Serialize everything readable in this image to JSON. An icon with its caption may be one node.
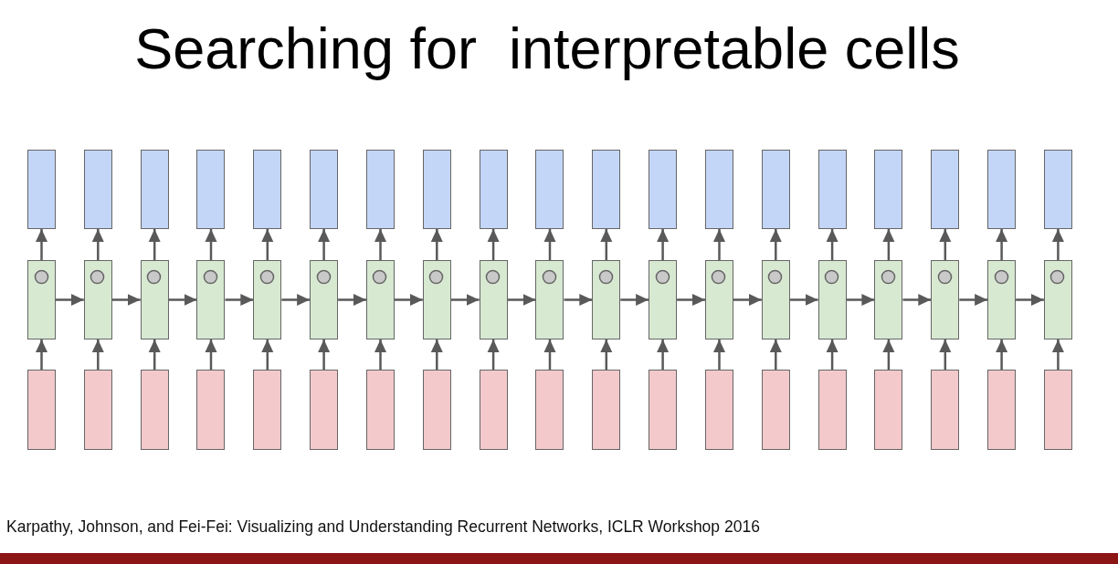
{
  "diagram": {
    "title": "Searching for  interpretable cells",
    "caption": "Karpathy, Johnson, and Fei-Fei: Visualizing and Understanding Recurrent Networks, ICLR Workshop 2016",
    "nodes": [
      {
        "text": [],
        "shape": "box"
      },
      {
        "text": [],
        "shape": "box"
      },
      {
        "text": [],
        "shape": "box"
      },
      {
        "text": [],
        "shape": "box"
      },
      {
        "text": [],
        "shape": "box"
      },
      {
        "text": [],
        "shape": "box"
      },
      {
        "text": [],
        "shape": "box"
      },
      {
        "text": [],
        "shape": "box"
      },
      {
        "text": [],
        "shape": "box"
      },
      {
        "text": [],
        "shape": "box"
      },
      {
        "text": [],
        "shape": "box"
      },
      {
        "text": [],
        "shape": "box"
      },
      {
        "text": [],
        "shape": "box"
      },
      {
        "text": [],
        "shape": "box"
      },
      {
        "text": [],
        "shape": "box"
      },
      {
        "text": [],
        "shape": "box"
      },
      {
        "text": [],
        "shape": "box"
      },
      {
        "text": [],
        "shape": "box"
      },
      {
        "text": [],
        "shape": "box"
      },
      {
        "text": [],
        "shape": "box"
      },
      {
        "text": [],
        "shape": "circle",
        "in": 19
      },
      {
        "text": [],
        "shape": "box"
      },
      {
        "text": [],
        "shape": "circle",
        "in": 21
      },
      {
        "text": [],
        "shape": "box"
      },
      {
        "text": [],
        "shape": "circle",
        "in": 23
      },
      {
        "text": [],
        "shape": "box"
      },
      {
        "text": [],
        "shape": "circle",
        "in": 25
      },
      {
        "text": [],
        "shape": "box"
      },
      {
        "text": [],
        "shape": "circle",
        "in": 27
      },
      {
        "text": [],
        "shape": "box"
      },
      {
        "text": [],
        "shape": "circle",
        "in": 29
      },
      {
        "text": [],
        "shape": "box"
      },
      {
        "text": [],
        "shape": "circle",
        "in": 31
      },
      {
        "text": [],
        "shape": "box"
      },
      {
        "text": [],
        "shape": "circle",
        "in": 33
      },
      {
        "text": [],
        "shape": "box"
      },
      {
        "text": [],
        "shape": "circle",
        "in": 35
      },
      {
        "text": [],
        "shape": "box"
      },
      {
        "text": [],
        "shape": "circle",
        "in": 37
      },
      {
        "text": [],
        "shape": "box"
      },
      {
        "text": [],
        "shape": "circle",
        "in": 39
      },
      {
        "text": [],
        "shape": "box"
      },
      {
        "text": [],
        "shape": "circle",
        "in": 41
      },
      {
        "text": [],
        "shape": "box"
      },
      {
        "text": [],
        "shape": "circle",
        "in": 43
      },
      {
        "text": [],
        "shape": "box"
      },
      {
        "text": [],
        "shape": "circle",
        "in": 45
      },
      {
        "text": [],
        "shape": "box"
      },
      {
        "text": [],
        "shape": "circle",
        "in": 47
      },
      {
        "text": [],
        "shape": "box"
      },
      {
        "text": [],
        "shape": "circle",
        "in": 49
      },
      {
        "text": [],
        "shape": "box"
      },
      {
        "text": [],
        "shape": "circle",
        "in": 51
      },
      {
        "text": [],
        "shape": "box"
      },
      {
        "text": [],
        "shape": "circle",
        "in": 53
      },
      {
        "text": [],
        "shape": "box"
      },
      {
        "text": [],
        "shape": "circle",
        "in": 55
      },
      {
        "text": [],
        "shape": "box"
      },
      {
        "text": [],
        "shape": "box"
      },
      {
        "text": [],
        "shape": "box"
      },
      {
        "text": [],
        "shape": "box"
      },
      {
        "text": [],
        "shape": "box"
      },
      {
        "text": [],
        "shape": "box"
      },
      {
        "text": [],
        "shape": "box"
      },
      {
        "text": [],
        "shape": "box"
      },
      {
        "text": [],
        "shape": "box"
      },
      {
        "text": [],
        "shape": "box"
      },
      {
        "text": [],
        "shape": "box"
      },
      {
        "text": [],
        "shape": "box"
      },
      {
        "text": [],
        "shape": "box"
      },
      {
        "text": [],
        "shape": "box"
      },
      {
        "text": [],
        "shape": "box"
      },
      {
        "text": [],
        "shape": "box"
      },
      {
        "text": [],
        "shape": "box"
      },
      {
        "text": [],
        "shape": "box"
      },
      {
        "text": [],
        "shape": "box"
      }
    ],
    "edges": [
      {
        "from": 57,
        "to": 19,
        "arrow": "to"
      },
      {
        "from": 19,
        "to": 0,
        "arrow": "to"
      },
      {
        "from": 19,
        "to": 21,
        "arrow": "to"
      },
      {
        "from": 58,
        "to": 21,
        "arrow": "to"
      },
      {
        "from": 21,
        "to": 1,
        "arrow": "to"
      },
      {
        "from": 21,
        "to": 23,
        "arrow": "to"
      },
      {
        "from": 59,
        "to": 23,
        "arrow": "to"
      },
      {
        "from": 23,
        "to": 2,
        "arrow": "to"
      },
      {
        "from": 23,
        "to": 25,
        "arrow": "to"
      },
      {
        "from": 60,
        "to": 25,
        "arrow": "to"
      },
      {
        "from": 25,
        "to": 3,
        "arrow": "to"
      },
      {
        "from": 25,
        "to": 27,
        "arrow": "to"
      },
      {
        "from": 61,
        "to": 27,
        "arrow": "to"
      },
      {
        "from": 27,
        "to": 4,
        "arrow": "to"
      },
      {
        "from": 27,
        "to": 29,
        "arrow": "to"
      },
      {
        "from": 62,
        "to": 29,
        "arrow": "to"
      },
      {
        "from": 29,
        "to": 5,
        "arrow": "to"
      },
      {
        "from": 29,
        "to": 31,
        "arrow": "to"
      },
      {
        "from": 63,
        "to": 31,
        "arrow": "to"
      },
      {
        "from": 31,
        "to": 6,
        "arrow": "to"
      },
      {
        "from": 31,
        "to": 33,
        "arrow": "to"
      },
      {
        "from": 64,
        "to": 33,
        "arrow": "to"
      },
      {
        "from": 33,
        "to": 7,
        "arrow": "to"
      },
      {
        "from": 33,
        "to": 35,
        "arrow": "to"
      },
      {
        "from": 65,
        "to": 35,
        "arrow": "to"
      },
      {
        "from": 35,
        "to": 8,
        "arrow": "to"
      },
      {
        "from": 35,
        "to": 37,
        "arrow": "to"
      },
      {
        "from": 66,
        "to": 37,
        "arrow": "to"
      },
      {
        "from": 37,
        "to": 9,
        "arrow": "to"
      },
      {
        "from": 37,
        "to": 39,
        "arrow": "to"
      },
      {
        "from": 67,
        "to": 39,
        "arrow": "to"
      },
      {
        "from": 39,
        "to": 10,
        "arrow": "to"
      },
      {
        "from": 39,
        "to": 41,
        "arrow": "to"
      },
      {
        "from": 68,
        "to": 41,
        "arrow": "to"
      },
      {
        "from": 41,
        "to": 11,
        "arrow": "to"
      },
      {
        "from": 41,
        "to": 43,
        "arrow": "to"
      },
      {
        "from": 69,
        "to": 43,
        "arrow": "to"
      },
      {
        "from": 43,
        "to": 12,
        "arrow": "to"
      },
      {
        "from": 43,
        "to": 45,
        "arrow": "to"
      },
      {
        "from": 70,
        "to": 45,
        "arrow": "to"
      },
      {
        "from": 45,
        "to": 13,
        "arrow": "to"
      },
      {
        "from": 45,
        "to": 47,
        "arrow": "to"
      },
      {
        "from": 71,
        "to": 47,
        "arrow": "to"
      },
      {
        "from": 47,
        "to": 14,
        "arrow": "to"
      },
      {
        "from": 47,
        "to": 49,
        "arrow": "to"
      },
      {
        "from": 72,
        "to": 49,
        "arrow": "to"
      },
      {
        "from": 49,
        "to": 15,
        "arrow": "to"
      },
      {
        "from": 49,
        "to": 51,
        "arrow": "to"
      },
      {
        "from": 73,
        "to": 51,
        "arrow": "to"
      },
      {
        "from": 51,
        "to": 16,
        "arrow": "to"
      },
      {
        "from": 51,
        "to": 53,
        "arrow": "to"
      },
      {
        "from": 74,
        "to": 53,
        "arrow": "to"
      },
      {
        "from": 53,
        "to": 17,
        "arrow": "to"
      },
      {
        "from": 53,
        "to": 55,
        "arrow": "to"
      },
      {
        "from": 75,
        "to": 55,
        "arrow": "to"
      },
      {
        "from": 55,
        "to": 18,
        "arrow": "to"
      }
    ]
  }
}
